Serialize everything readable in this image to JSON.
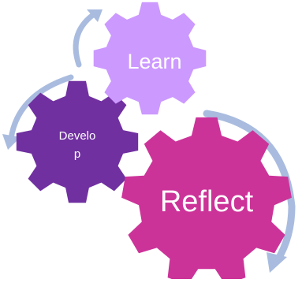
{
  "colors": {
    "arrow": "#A9BCDF",
    "learn": "#CC99FF",
    "develop": "#7030A0",
    "reflect": "#CC3399",
    "label": "#FFFFFF"
  },
  "gears": {
    "learn": {
      "label": "Learn"
    },
    "develop": {
      "line1": "Develo",
      "line2": "p"
    },
    "reflect": {
      "label": "Reflect"
    }
  },
  "arrows": [
    "top-left-arc-arrow",
    "left-arc-arrow",
    "right-arc-arrow"
  ]
}
